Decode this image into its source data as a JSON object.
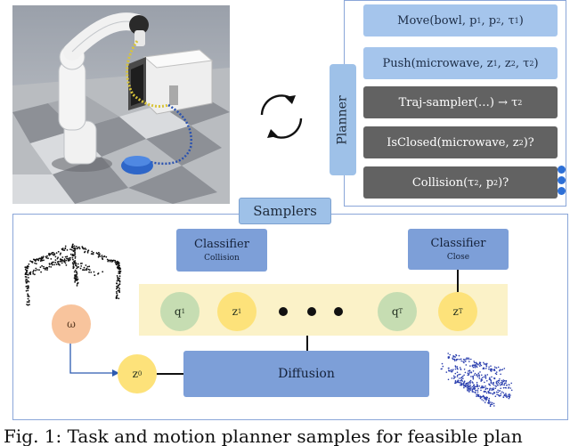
{
  "planner": {
    "label": "Planner",
    "steps": [
      {
        "pre": "Move(bowl, p",
        "s1": "1",
        "mid": ", p",
        "s2": "2",
        "mid2": ", τ",
        "s3": "1",
        "post": ")",
        "style": "light"
      },
      {
        "pre": "Push(microwave, z",
        "s1": "1",
        "mid": ", z",
        "s2": "2",
        "mid2": ", τ",
        "s3": "2",
        "post": ")",
        "style": "light"
      },
      {
        "pre": "Traj-sampler(…) → τ",
        "s1": "2",
        "mid": "",
        "s2": "",
        "mid2": "",
        "s3": "",
        "post": "",
        "style": "dark"
      },
      {
        "pre": "IsClosed(microwave, z",
        "s1": "2",
        "mid": ")?",
        "s2": "",
        "mid2": "",
        "s3": "",
        "post": "",
        "style": "dark"
      },
      {
        "pre": "Collision(τ",
        "s1": "2",
        "mid": ", p",
        "s2": "2",
        "mid2": ")?",
        "s3": "",
        "post": "",
        "style": "dark"
      }
    ]
  },
  "samplers": {
    "label": "Samplers",
    "classifier_collision": {
      "title": "Classifier",
      "subtitle": "Collision"
    },
    "classifier_close": {
      "title": "Classifier",
      "subtitle": "Close"
    },
    "diffusion": "Diffusion",
    "nodes": {
      "q1": {
        "base": "q",
        "sub": "1"
      },
      "z1": {
        "base": "z",
        "sub": "1"
      },
      "qT": {
        "base": "q",
        "sub": "T"
      },
      "zT": {
        "base": "z",
        "sub": "T"
      },
      "z0": {
        "base": "z",
        "sub": "0"
      },
      "omega": {
        "base": "ω",
        "sub": ""
      }
    }
  },
  "caption": "Fig. 1: Task and motion planner samples for feasible plan",
  "colors": {
    "panel_border": "#8aa6d8",
    "light_blue": "#a5c5ec",
    "dark_gray": "#626262",
    "classifier_blue": "#7d9fd8",
    "band_yellow": "#fbf2c8",
    "node_green": "#c6ddb2",
    "node_yellow": "#fde27a",
    "node_peach": "#f8c49d",
    "dot_blue": "#2d6fd6"
  },
  "icons": {
    "cycle": "refresh-cycle-icon"
  }
}
